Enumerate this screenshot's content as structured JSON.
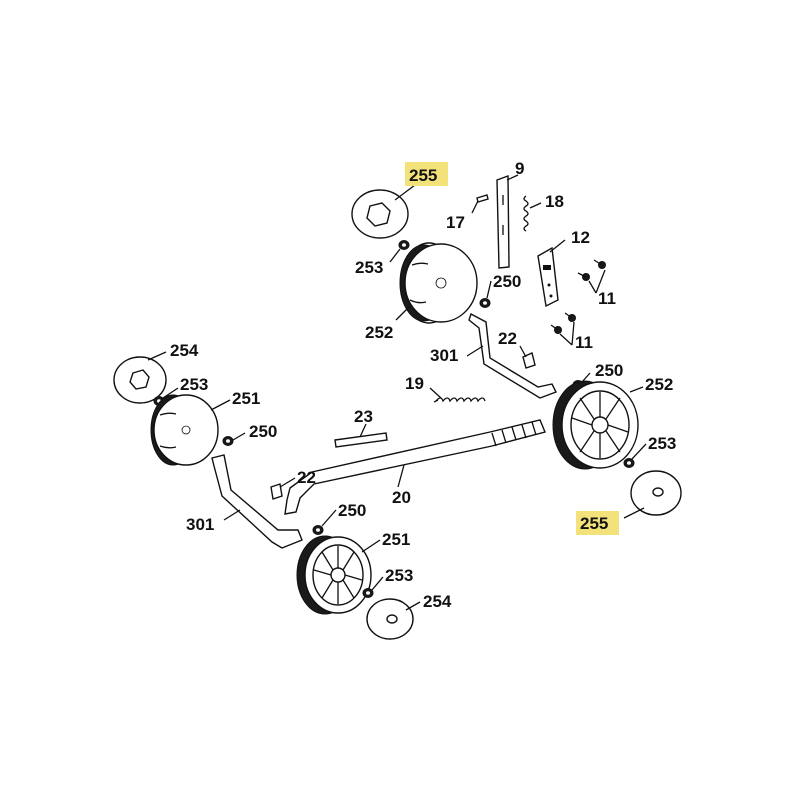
{
  "labels": {
    "l255a": "255",
    "l9": "9",
    "l17": "17",
    "l18": "18",
    "l12": "12",
    "l253a": "253",
    "l250a": "250",
    "l11a": "11",
    "l252a": "252",
    "l11b": "11",
    "l22a": "22",
    "l301a": "301",
    "l250b": "250",
    "l254a": "254",
    "l19": "19",
    "l252b": "252",
    "l253b": "253",
    "l251a": "251",
    "l23": "23",
    "l250c": "250",
    "l253c": "253",
    "l22b": "22",
    "l20": "20",
    "l255b": "255",
    "l301b": "301",
    "l250d": "250",
    "l251b": "251",
    "l253d": "253",
    "l254b": "254"
  },
  "highlight_color": "#f3e27a"
}
